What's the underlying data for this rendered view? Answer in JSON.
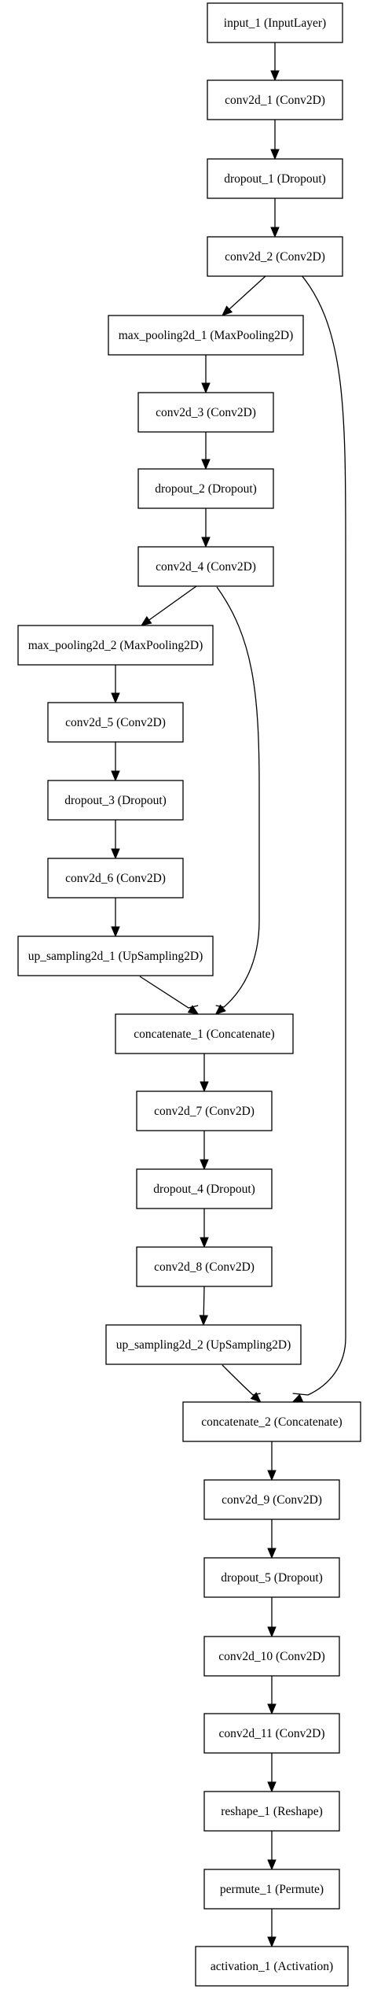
{
  "diagram": {
    "nodes": [
      {
        "id": "input_1",
        "label": "input_1 (InputLayer)"
      },
      {
        "id": "conv2d_1",
        "label": "conv2d_1 (Conv2D)"
      },
      {
        "id": "dropout_1",
        "label": "dropout_1 (Dropout)"
      },
      {
        "id": "conv2d_2",
        "label": "conv2d_2 (Conv2D)"
      },
      {
        "id": "max_pooling2d_1",
        "label": "max_pooling2d_1 (MaxPooling2D)"
      },
      {
        "id": "conv2d_3",
        "label": "conv2d_3 (Conv2D)"
      },
      {
        "id": "dropout_2",
        "label": "dropout_2 (Dropout)"
      },
      {
        "id": "conv2d_4",
        "label": "conv2d_4 (Conv2D)"
      },
      {
        "id": "max_pooling2d_2",
        "label": "max_pooling2d_2 (MaxPooling2D)"
      },
      {
        "id": "conv2d_5",
        "label": "conv2d_5 (Conv2D)"
      },
      {
        "id": "dropout_3",
        "label": "dropout_3 (Dropout)"
      },
      {
        "id": "conv2d_6",
        "label": "conv2d_6 (Conv2D)"
      },
      {
        "id": "up_sampling2d_1",
        "label": "up_sampling2d_1 (UpSampling2D)"
      },
      {
        "id": "concatenate_1",
        "label": "concatenate_1 (Concatenate)"
      },
      {
        "id": "conv2d_7",
        "label": "conv2d_7 (Conv2D)"
      },
      {
        "id": "dropout_4",
        "label": "dropout_4 (Dropout)"
      },
      {
        "id": "conv2d_8",
        "label": "conv2d_8 (Conv2D)"
      },
      {
        "id": "up_sampling2d_2",
        "label": "up_sampling2d_2 (UpSampling2D)"
      },
      {
        "id": "concatenate_2",
        "label": "concatenate_2 (Concatenate)"
      },
      {
        "id": "conv2d_9",
        "label": "conv2d_9 (Conv2D)"
      },
      {
        "id": "dropout_5",
        "label": "dropout_5 (Dropout)"
      },
      {
        "id": "conv2d_10",
        "label": "conv2d_10 (Conv2D)"
      },
      {
        "id": "conv2d_11",
        "label": "conv2d_11 (Conv2D)"
      },
      {
        "id": "reshape_1",
        "label": "reshape_1 (Reshape)"
      },
      {
        "id": "permute_1",
        "label": "permute_1 (Permute)"
      },
      {
        "id": "activation_1",
        "label": "activation_1 (Activation)"
      }
    ],
    "edges": [
      [
        "input_1",
        "conv2d_1"
      ],
      [
        "conv2d_1",
        "dropout_1"
      ],
      [
        "dropout_1",
        "conv2d_2"
      ],
      [
        "conv2d_2",
        "max_pooling2d_1"
      ],
      [
        "conv2d_2",
        "concatenate_2"
      ],
      [
        "max_pooling2d_1",
        "conv2d_3"
      ],
      [
        "conv2d_3",
        "dropout_2"
      ],
      [
        "dropout_2",
        "conv2d_4"
      ],
      [
        "conv2d_4",
        "max_pooling2d_2"
      ],
      [
        "conv2d_4",
        "concatenate_1"
      ],
      [
        "max_pooling2d_2",
        "conv2d_5"
      ],
      [
        "conv2d_5",
        "dropout_3"
      ],
      [
        "dropout_3",
        "conv2d_6"
      ],
      [
        "conv2d_6",
        "up_sampling2d_1"
      ],
      [
        "up_sampling2d_1",
        "concatenate_1"
      ],
      [
        "concatenate_1",
        "conv2d_7"
      ],
      [
        "conv2d_7",
        "dropout_4"
      ],
      [
        "dropout_4",
        "conv2d_8"
      ],
      [
        "conv2d_8",
        "up_sampling2d_2"
      ],
      [
        "up_sampling2d_2",
        "concatenate_2"
      ],
      [
        "concatenate_2",
        "conv2d_9"
      ],
      [
        "conv2d_9",
        "dropout_5"
      ],
      [
        "dropout_5",
        "conv2d_10"
      ],
      [
        "conv2d_10",
        "conv2d_11"
      ],
      [
        "conv2d_11",
        "reshape_1"
      ],
      [
        "reshape_1",
        "permute_1"
      ],
      [
        "permute_1",
        "activation_1"
      ]
    ]
  }
}
